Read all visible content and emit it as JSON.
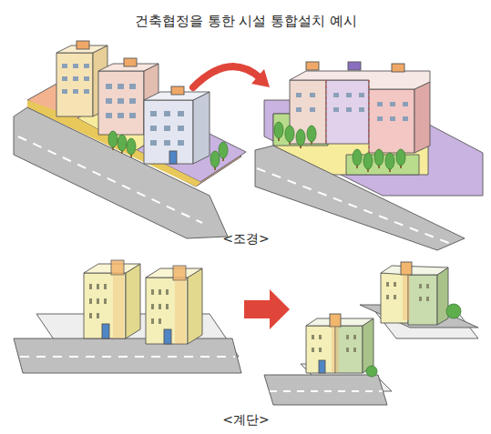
{
  "diagram": {
    "title": "건축협정을 통한 시설 통합설치 예시",
    "labels": [
      "<조경>",
      "<계단>"
    ]
  }
}
